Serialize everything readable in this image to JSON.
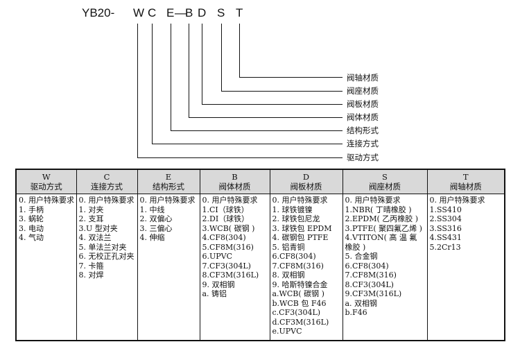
{
  "model_code": {
    "prefix": "YB20-",
    "letters": [
      "W",
      "C",
      "E",
      "—",
      "B",
      "D",
      "S",
      "T"
    ]
  },
  "legend_labels": [
    "阀轴材质",
    "阀座材质",
    "阀板材质",
    "阀体材质",
    "结构形式",
    "连接方式",
    "驱动方式"
  ],
  "table": {
    "columns": [
      {
        "code": "W",
        "name": "驱动方式",
        "items": [
          "0. 用户特殊要求",
          "1. 手柄",
          "3. 蜗轮",
          "3. 电动",
          "4. 气动"
        ]
      },
      {
        "code": "C",
        "name": "连接方式",
        "items": [
          "0. 用户特殊要求",
          "1. 对夹",
          "2. 支耳",
          "3.U 型对夹",
          "4. 双法兰",
          "5. 单法兰对夹",
          "6. 无校正孔对夹",
          "7. 卡箍",
          "8. 对焊"
        ]
      },
      {
        "code": "E",
        "name": "结构形式",
        "items": [
          "0. 用户特殊要求",
          "1. 中线",
          "2. 双偏心",
          "3. 三偏心",
          "4. 伸缩"
        ]
      },
      {
        "code": "B",
        "name": "阀体材质",
        "items": [
          "0. 用户特殊要求",
          "1.CI（球铁）",
          "2.DI（球铁）",
          "3.WCB( 碳钢 )",
          "4.CF8(304)",
          "5.CF8M(316)",
          "6.UPVC",
          "7.CF3(304L)",
          "8.CF3M(316L)",
          "9. 双相钢",
          "a. 铸铝"
        ]
      },
      {
        "code": "D",
        "name": "阀板材质",
        "items": [
          "0. 用户特殊要求",
          "1. 球铁镀镍",
          "2. 球铁包尼龙",
          "3. 球铁包 EPDM",
          "4. 碳钢包 PTFE",
          "5. 铝青铜",
          "6.CF8(304)",
          "7.CF8M(316)",
          "8. 双相钢",
          "9. 哈斯特镍合金",
          "a.WCB( 碳钢 )",
          "b.WCB 包 F46",
          "c.CF3(304L)",
          "d.CF3M(316L)",
          "e.UPVC"
        ]
      },
      {
        "code": "S",
        "name": "阀座材质",
        "items": [
          "0. 用户特殊要求",
          "1.NBR( 丁晴橡胶 )",
          "2.EPDM( 乙丙橡胶 )",
          "3.PTFE( 聚四氟乙烯 )",
          "4.VTITON( 高 温 氟 橡胶 )",
          "5. 合金钢",
          "6.CF8(304)",
          "7.CF8M(316)",
          "8.CF3(304L)",
          "9.CF3M(316L)",
          "a. 双相钢",
          "b.F46"
        ]
      },
      {
        "code": "T",
        "name": "阀轴材质",
        "items": [
          "0. 用户特殊要求",
          "1.SS410",
          "2.SS304",
          "3.SS316",
          "4.SS431",
          "5.2Cr13"
        ]
      }
    ]
  }
}
